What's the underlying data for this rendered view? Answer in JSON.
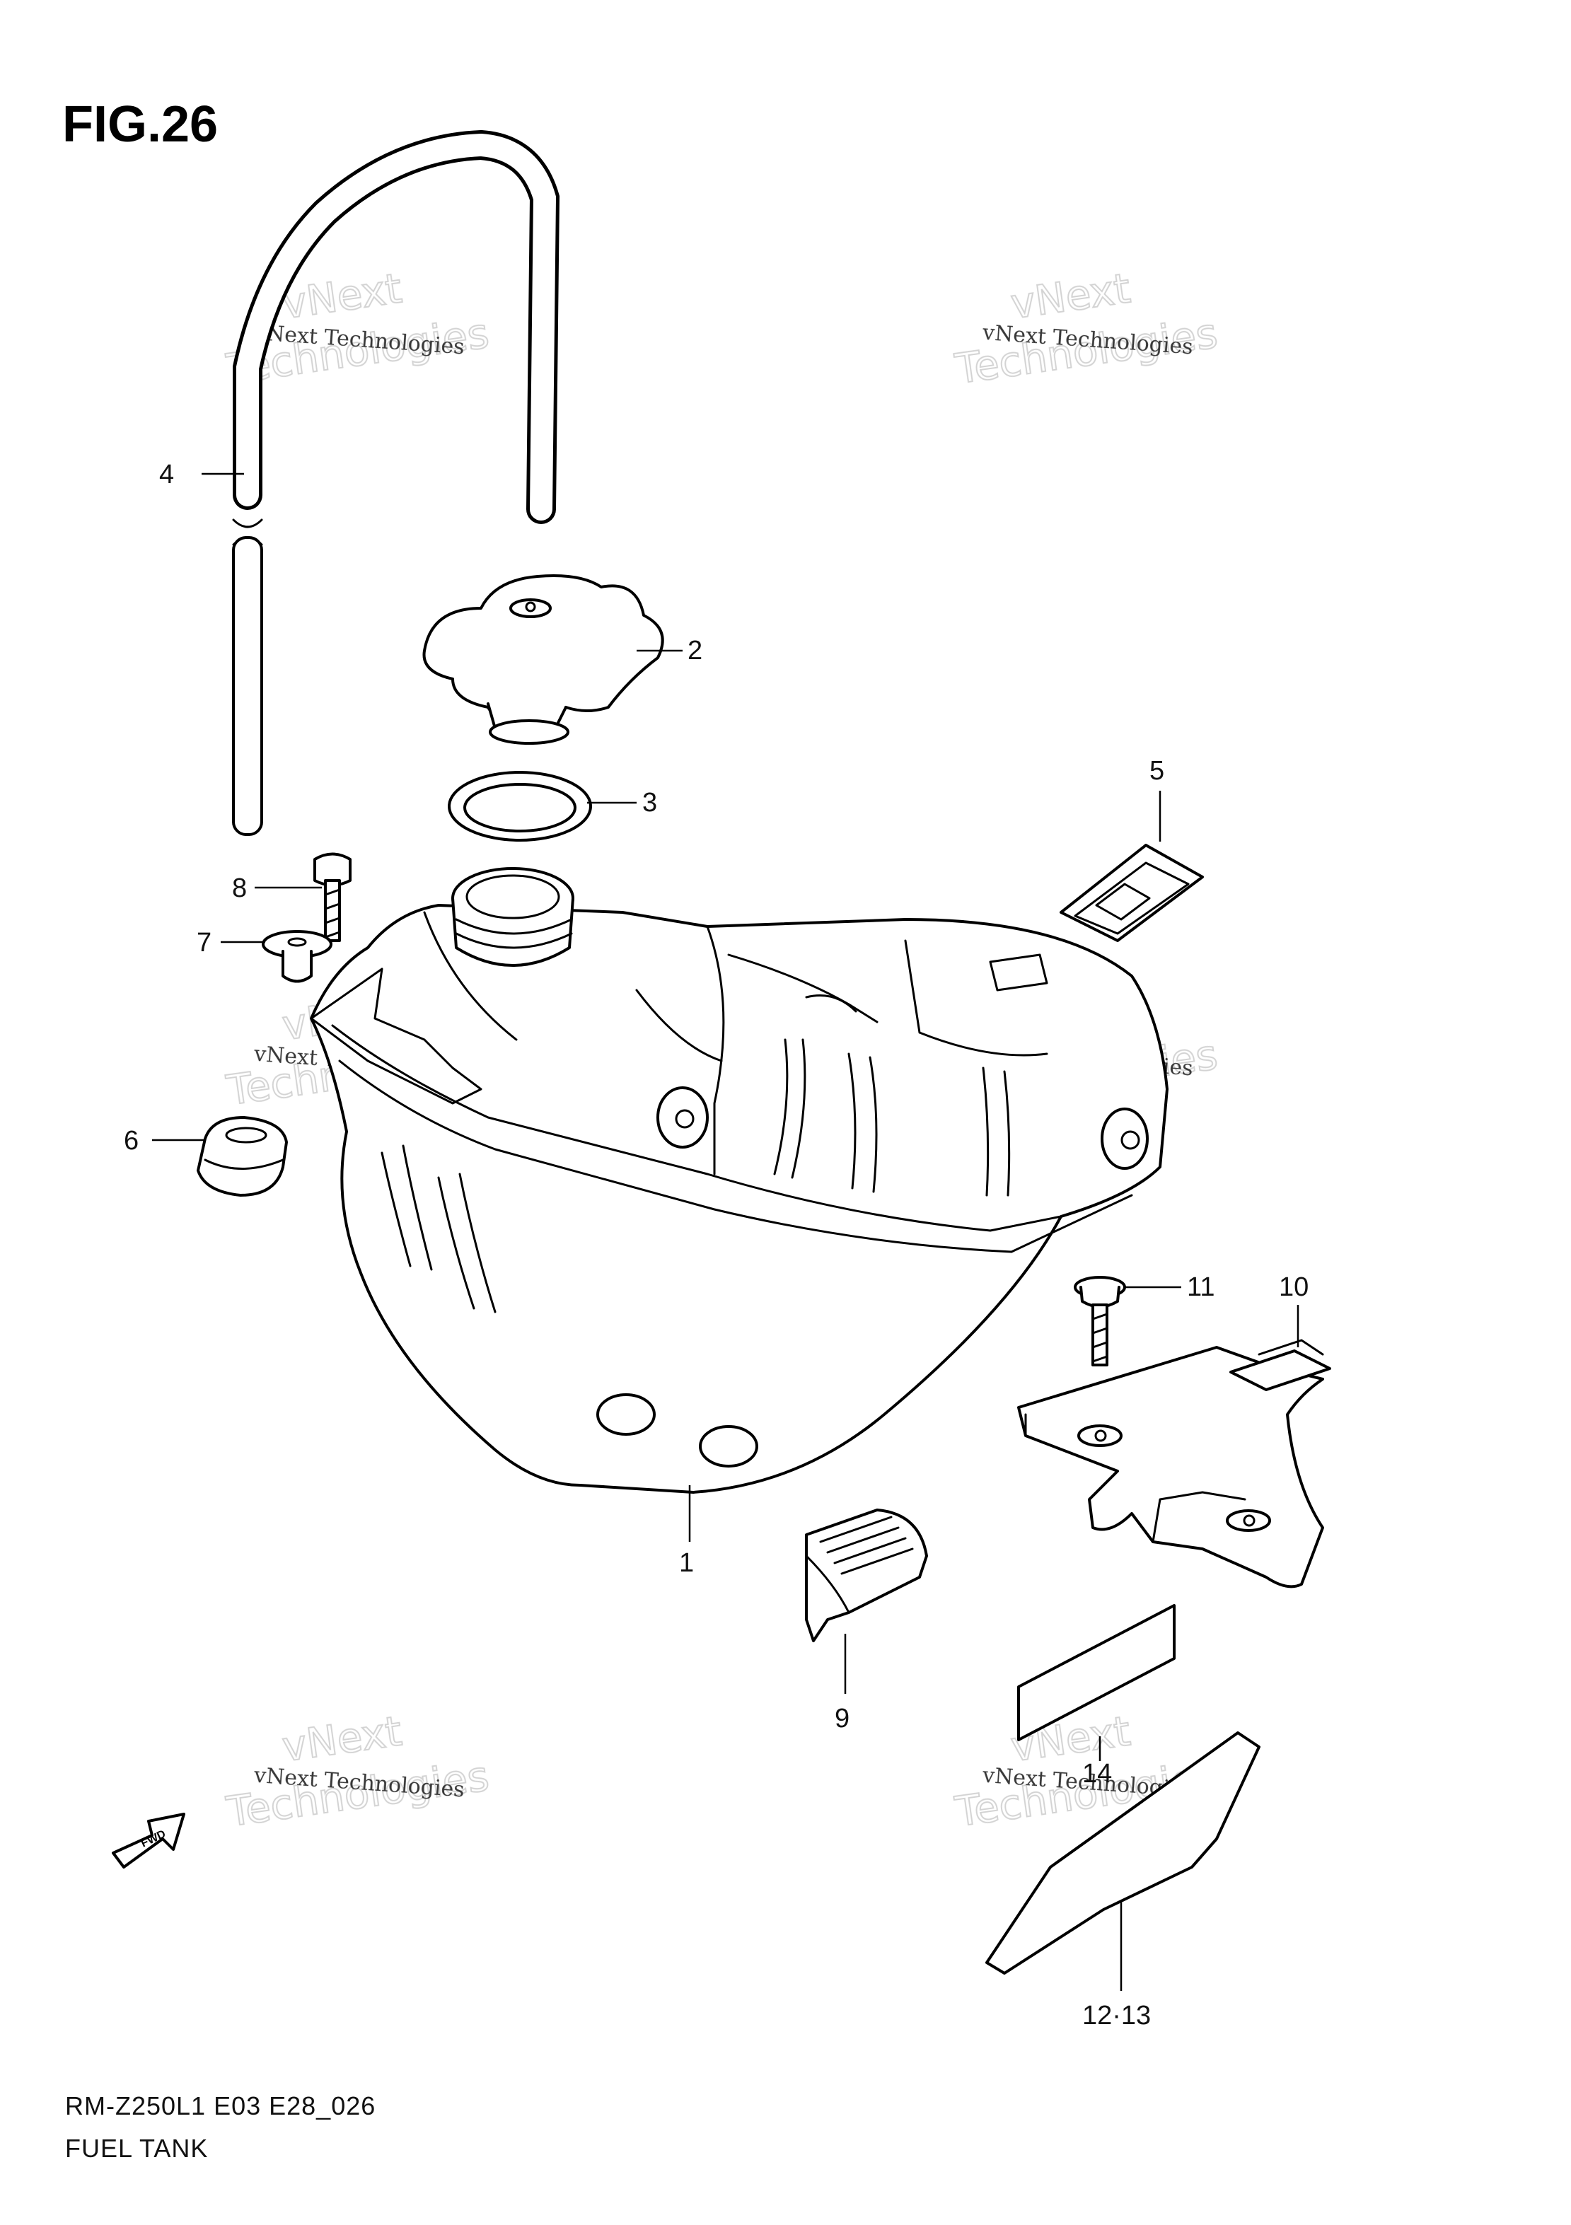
{
  "figure": {
    "title": "FIG.26",
    "model_code": "RM-Z250L1 E03 E28_026",
    "caption": "FUEL TANK",
    "fwd_label": "FWD"
  },
  "watermark": {
    "small": "vNext Technologies",
    "big_line1": "vNext",
    "big_line2": "Technologies"
  },
  "callouts": {
    "p1": "1",
    "p2": "2",
    "p3": "3",
    "p4": "4",
    "p5": "5",
    "p6": "6",
    "p7": "7",
    "p8": "8",
    "p9": "9",
    "p10": "10",
    "p11": "11",
    "p12_13": "12·13",
    "p14": "14"
  }
}
